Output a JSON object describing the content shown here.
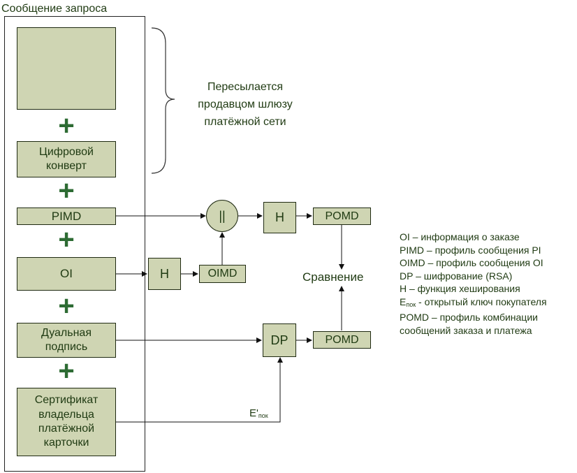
{
  "title": "Сообщение запроса",
  "brace_note": [
    "Пересылается",
    "продавцом шлюзу",
    "платёжной сети"
  ],
  "left_blocks": {
    "envelope": [
      "Цифровой",
      "конверт"
    ],
    "pimd": "PIMD",
    "oi": "OI",
    "dual_signature": [
      "Дуальная",
      "подпись"
    ],
    "certificate": [
      "Сертификат",
      "владельца",
      "платёжной",
      "карточки"
    ]
  },
  "plus_sign": "+",
  "process": {
    "concat": "||",
    "hash_top": "H",
    "pomd_top": "POMD",
    "hash_mid": "H",
    "oimd": "OIMD",
    "dp": "DP",
    "pomd_bottom": "POMD",
    "compare": "Сравнение",
    "key_label_main": "E'",
    "key_label_sub": "пок"
  },
  "legend": [
    {
      "text": "OI – информация о заказе"
    },
    {
      "text": "PIMD – профиль сообщения PI"
    },
    {
      "text": "OIMD – профиль сообщения OI"
    },
    {
      "text": "DP – шифрование (RSA)"
    },
    {
      "text": "H – функция хеширования"
    },
    {
      "main": "E",
      "sub": "пок",
      "rest": " - открытый ключ покупателя"
    },
    {
      "text": "POMD – профиль комбинации"
    },
    {
      "text": "сообщений заказа и платежа"
    }
  ],
  "colors": {
    "box_fill": "#cfd5b3",
    "plus": "#2d6b33",
    "text": "#1f3a12"
  }
}
